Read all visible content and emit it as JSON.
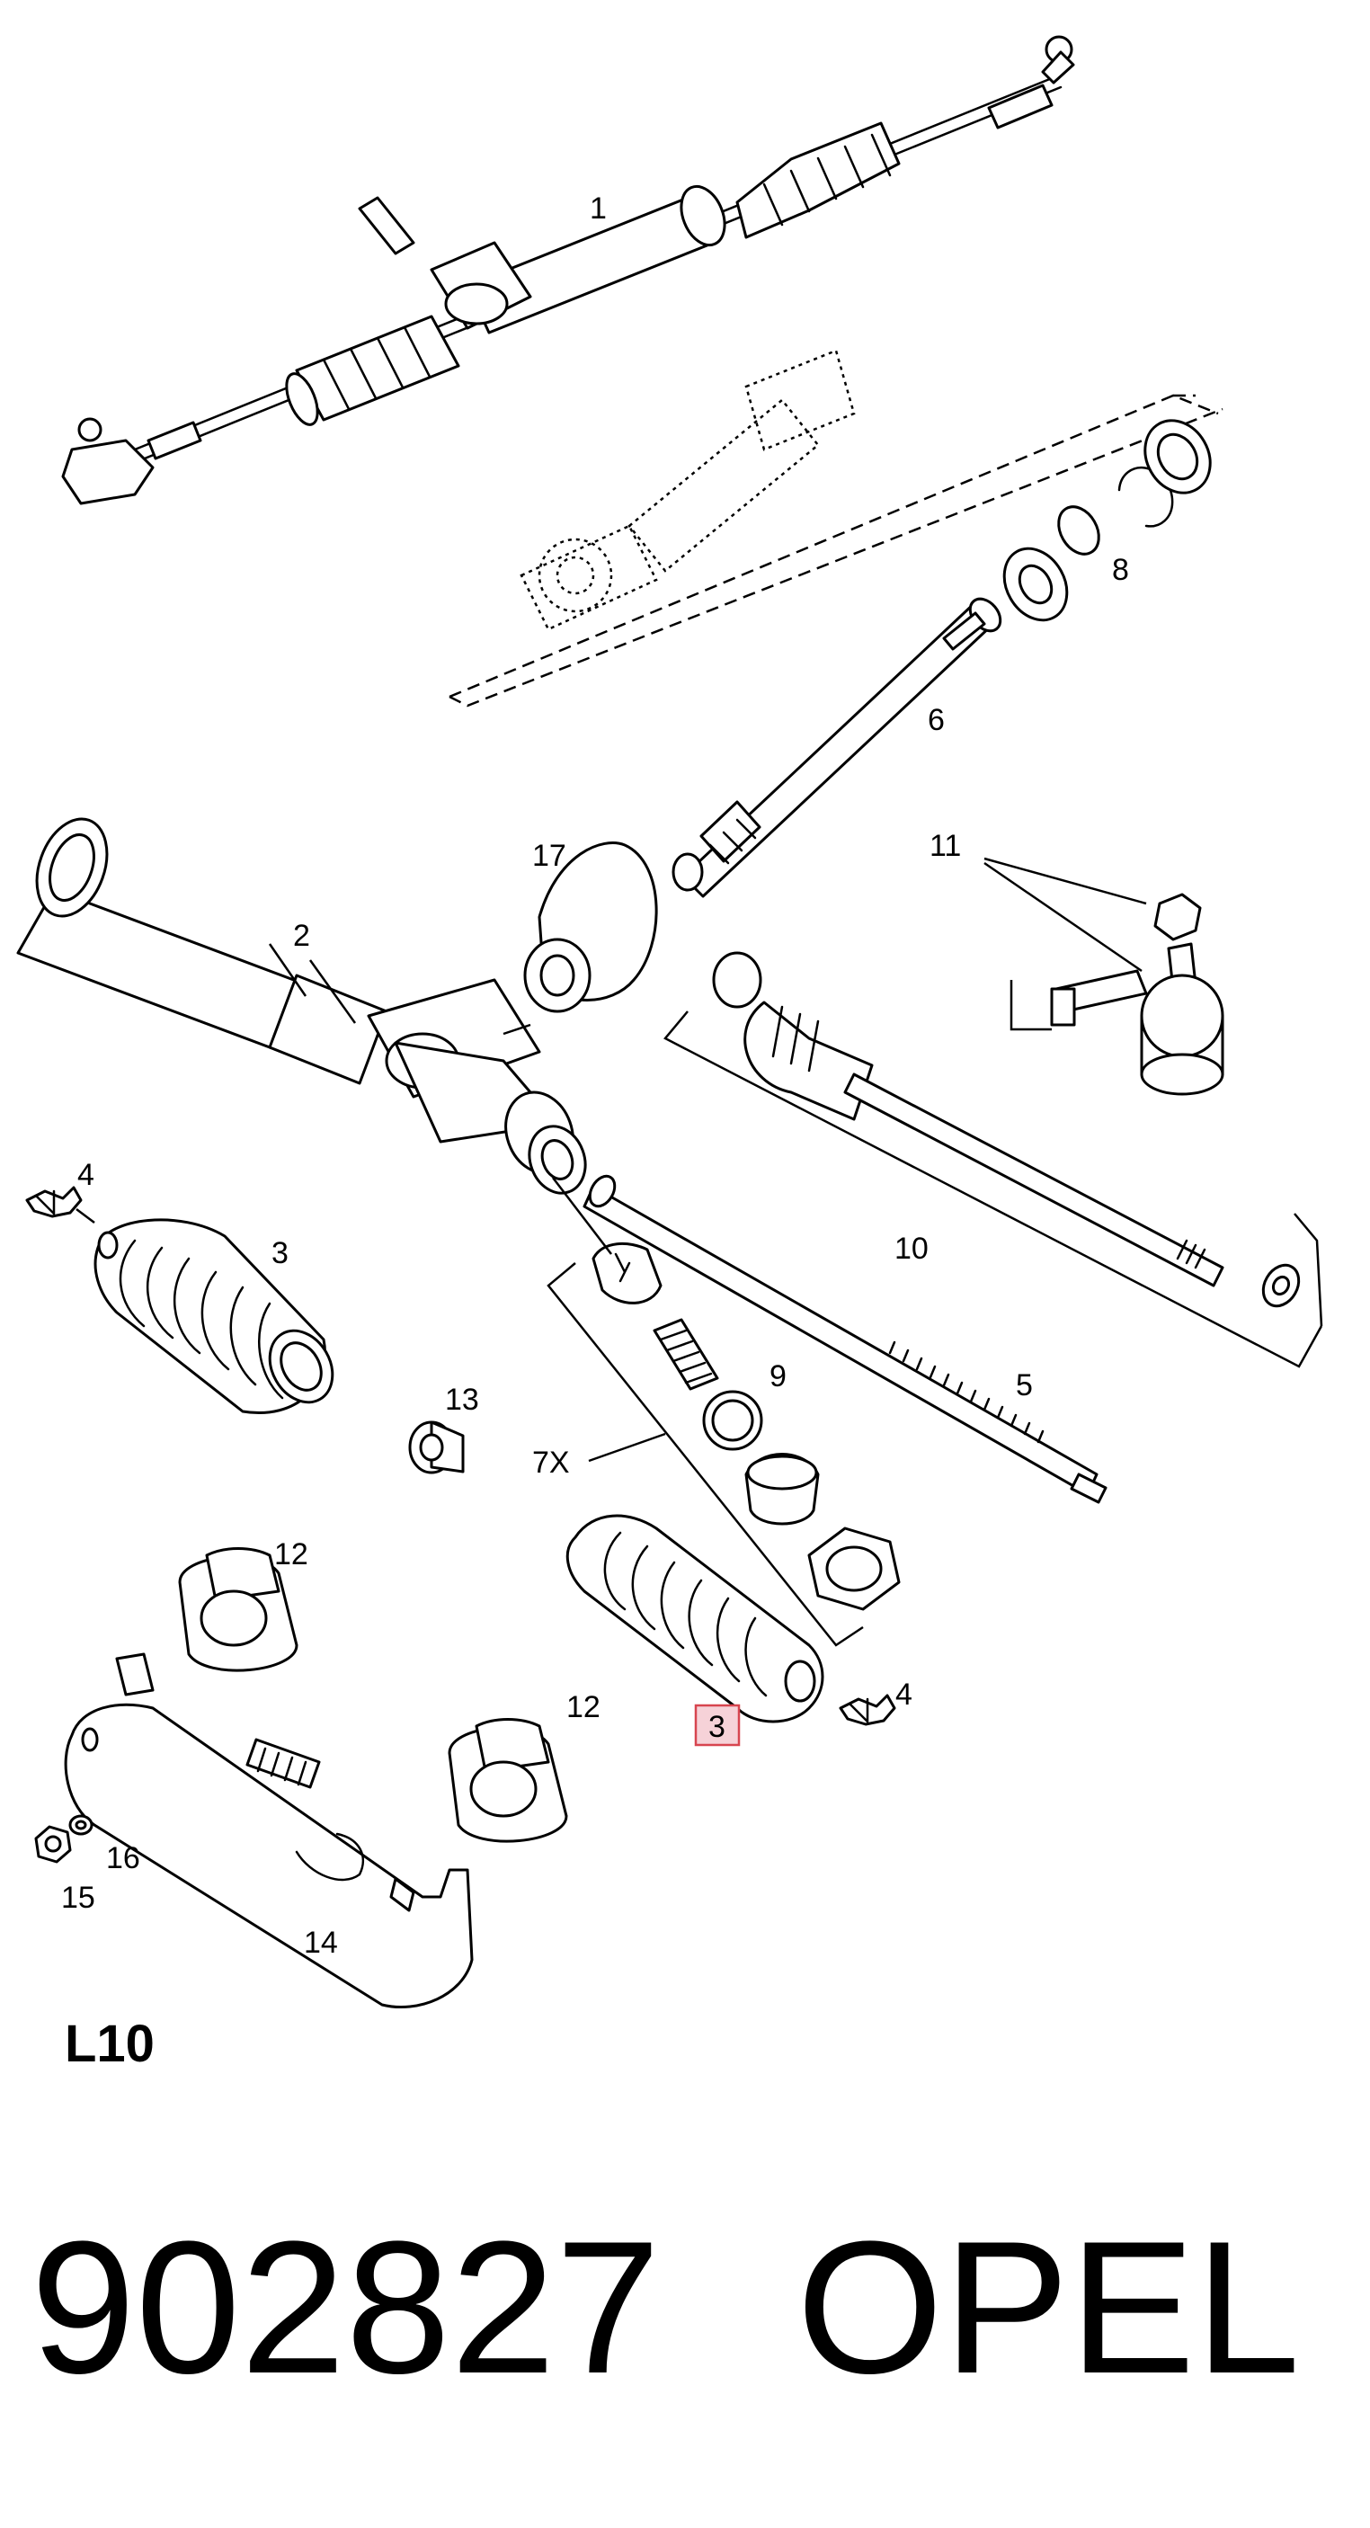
{
  "diagram": {
    "callouts": {
      "c1": "1",
      "c2": "2",
      "c3a": "3",
      "c3b": "3",
      "c4a": "4",
      "c4b": "4",
      "c5": "5",
      "c6": "6",
      "c7": "7X",
      "c8": "8",
      "c9": "9",
      "c10": "10",
      "c11": "11",
      "c12a": "12",
      "c12b": "12",
      "c13": "13",
      "c14": "14",
      "c15": "15",
      "c16": "16",
      "c17": "17"
    },
    "highlighted_callout": "3",
    "highlight_color": "#d7454f",
    "highlight_fill": "#f6d2d8"
  },
  "sheet_code": "L10",
  "footer": {
    "part_number": "902827",
    "brand": "OPEL"
  }
}
